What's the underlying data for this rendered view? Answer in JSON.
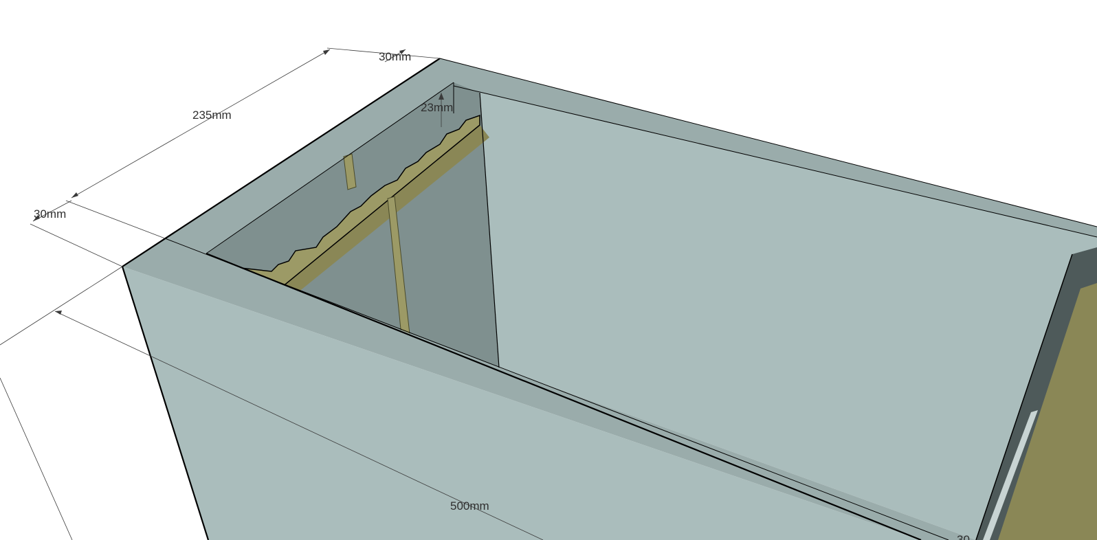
{
  "colors": {
    "background": "#ffffff",
    "face_light": "#aabdbc",
    "face_top": "#9aacab",
    "face_shadow": "#7f908f",
    "face_dark": "#4e5a5a",
    "wood": "#8a8756",
    "wood_light": "#9c9a66",
    "edge": "#000000"
  },
  "dimensions": {
    "end_wall_thickness": "30mm",
    "inner_width": "235mm",
    "side_wall_thickness": "30mm",
    "rebate_depth": "23mm",
    "length": "500mm",
    "far_label_fragment": "30"
  }
}
